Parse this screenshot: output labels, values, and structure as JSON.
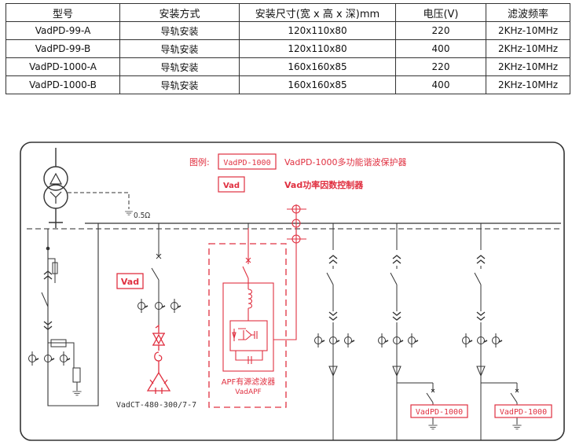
{
  "spec_table": {
    "headers": [
      "型号",
      "安装方式",
      "安装尺寸(宽 x 高 x 深)mm",
      "电压(V)",
      "滤波频率"
    ],
    "rows": [
      [
        "VadPD-99-A",
        "导轨安装",
        "120x110x80",
        "220",
        "2KHz-10MHz"
      ],
      [
        "VadPD-99-B",
        "导轨安装",
        "120x110x80",
        "400",
        "2KHz-10MHz"
      ],
      [
        "VadPD-1000-A",
        "导轨安装",
        "160x160x85",
        "220",
        "2KHz-10MHz"
      ],
      [
        "VadPD-1000-B",
        "导轨安装",
        "160x160x85",
        "400",
        "2KHz-10MHz"
      ]
    ]
  },
  "diagram": {
    "legend": {
      "title": "图例:",
      "items": [
        {
          "symbol": "VadPD-1000",
          "description": "VadPD-1000多功能谐波保护器"
        },
        {
          "symbol": "Vad",
          "description": "Vad功率因数控制器"
        }
      ]
    },
    "ground_resistance": "0.5Ω",
    "vad_tag": "Vad",
    "capacitor_label": "VadCT-480-300/7-7",
    "apf_label": "APF有源滤波器",
    "apf_model": "VadAPF",
    "feeder_tags": [
      "VadPD-1000",
      "VadPD-1000"
    ],
    "colors": {
      "line": "#333333",
      "accent": "#e03040"
    }
  }
}
